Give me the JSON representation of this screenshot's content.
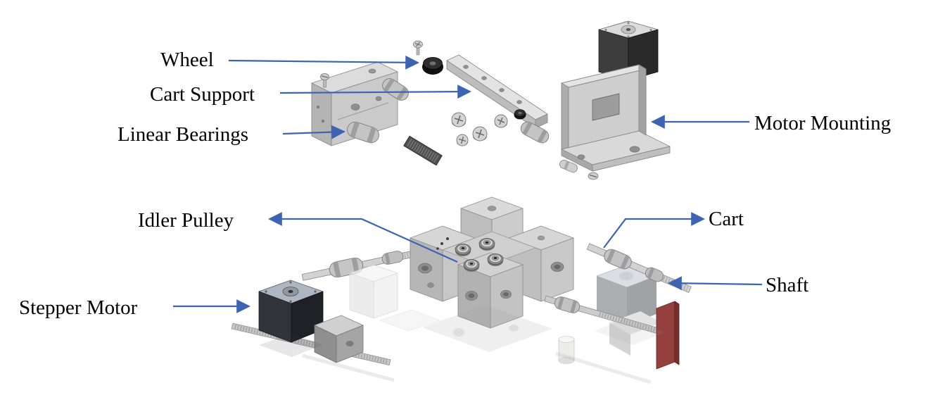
{
  "diagram": {
    "type": "exploded-assembly-diagram",
    "labels": {
      "wheel": "Wheel",
      "cart_support": "Cart Support",
      "linear_bearings": "Linear Bearings",
      "motor_mounting": "Motor Mounting",
      "idler_pulley": "Idler Pulley",
      "cart": "Cart",
      "stepper_motor": "Stepper Motor",
      "shaft": "Shaft"
    },
    "colors": {
      "leader": "#3E63B0",
      "text": "#000000"
    }
  }
}
